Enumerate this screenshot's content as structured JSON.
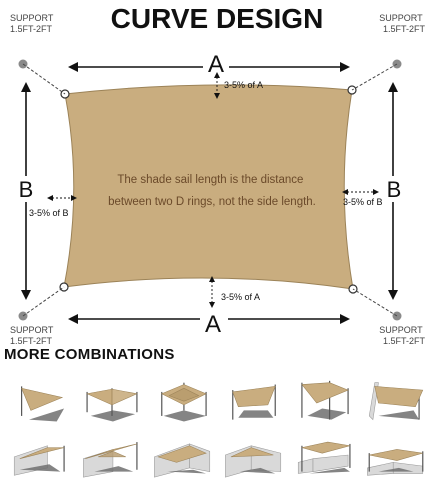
{
  "title": "CURVE DESIGN",
  "dimension_labels": {
    "top_side": "A",
    "bottom_side": "A",
    "left_side": "B",
    "right_side": "B",
    "top_curve": "3-5% of A",
    "bottom_curve": "3-5% of A",
    "left_curve": "3-5% of B",
    "right_curve": "3-5% of B"
  },
  "support_labels": {
    "top_left": [
      "SUPPORT",
      "1.5FT-2FT"
    ],
    "top_right": [
      "SUPPORT",
      "1.5FT-2FT"
    ],
    "bottom_left": [
      "SUPPORT",
      "1.5FT-2FT"
    ],
    "bottom_right": [
      "SUPPORT",
      "1.5FT-2FT"
    ]
  },
  "sail_note": [
    "The shade sail length is the distance",
    "between two D rings, not the side length."
  ],
  "combinations": {
    "heading": "MORE COMBINATIONS",
    "items": [
      {
        "shape": "triangle"
      },
      {
        "shape": "triangle-pair"
      },
      {
        "shape": "square-hypar"
      },
      {
        "shape": "square-posts"
      },
      {
        "shape": "square-tall"
      },
      {
        "shape": "rectangle-wall"
      },
      {
        "shape": "triangle-wall"
      },
      {
        "shape": "triangle-double"
      },
      {
        "shape": "square-wall"
      },
      {
        "shape": "triangle-walls"
      },
      {
        "shape": "rectangle-flat"
      },
      {
        "shape": "triangle-flat"
      }
    ]
  },
  "colors": {
    "sail": "#c9ad7f",
    "sail_edge": "#9c8358",
    "support_dot": "#8a8a8a",
    "shadow": "#6e6e6e",
    "wall": "#d9d9d9",
    "text": "#222222"
  }
}
